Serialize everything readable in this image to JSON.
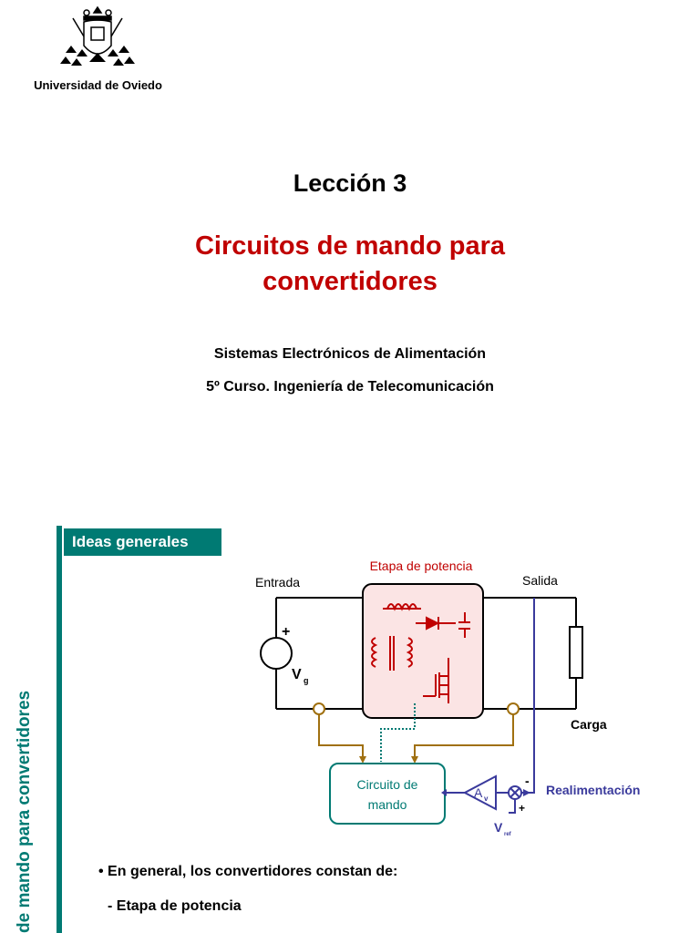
{
  "header": {
    "logo": "university-crest-logo",
    "university": "Universidad de Oviedo"
  },
  "cover": {
    "lesson": "Lección 3",
    "title_line1": "Circuitos de mando para",
    "title_line2": "convertidores",
    "subtitle1": "Sistemas Electrónicos de Alimentación",
    "subtitle2": "5º Curso. Ingeniería de Telecomunicación"
  },
  "slide": {
    "side_title": "de mando para convertidores",
    "section_label": "Ideas generales",
    "diagram": {
      "power_stage": "Etapa de potencia",
      "input": "Entrada",
      "output": "Salida",
      "load": "Carga",
      "source_sign": "+",
      "source_label": "V",
      "source_sub": "g",
      "control": "Circuito de",
      "control_line2": "mando",
      "amp_label": "A",
      "amp_sub": "v",
      "feedback": "Realimentación",
      "minus_sign": "-",
      "plus_sign": "+",
      "vref_label": "V",
      "vref_sub": "ref"
    },
    "bullets": [
      "• En general, los convertidores constan de:",
      "- Etapa de potencia"
    ]
  },
  "colors": {
    "accent_teal": "#007a73",
    "title_red": "#c00000",
    "feedback_blue": "#3a3a9c",
    "sense_brown": "#a07010",
    "power_box_fill": "#fbe4e4"
  }
}
